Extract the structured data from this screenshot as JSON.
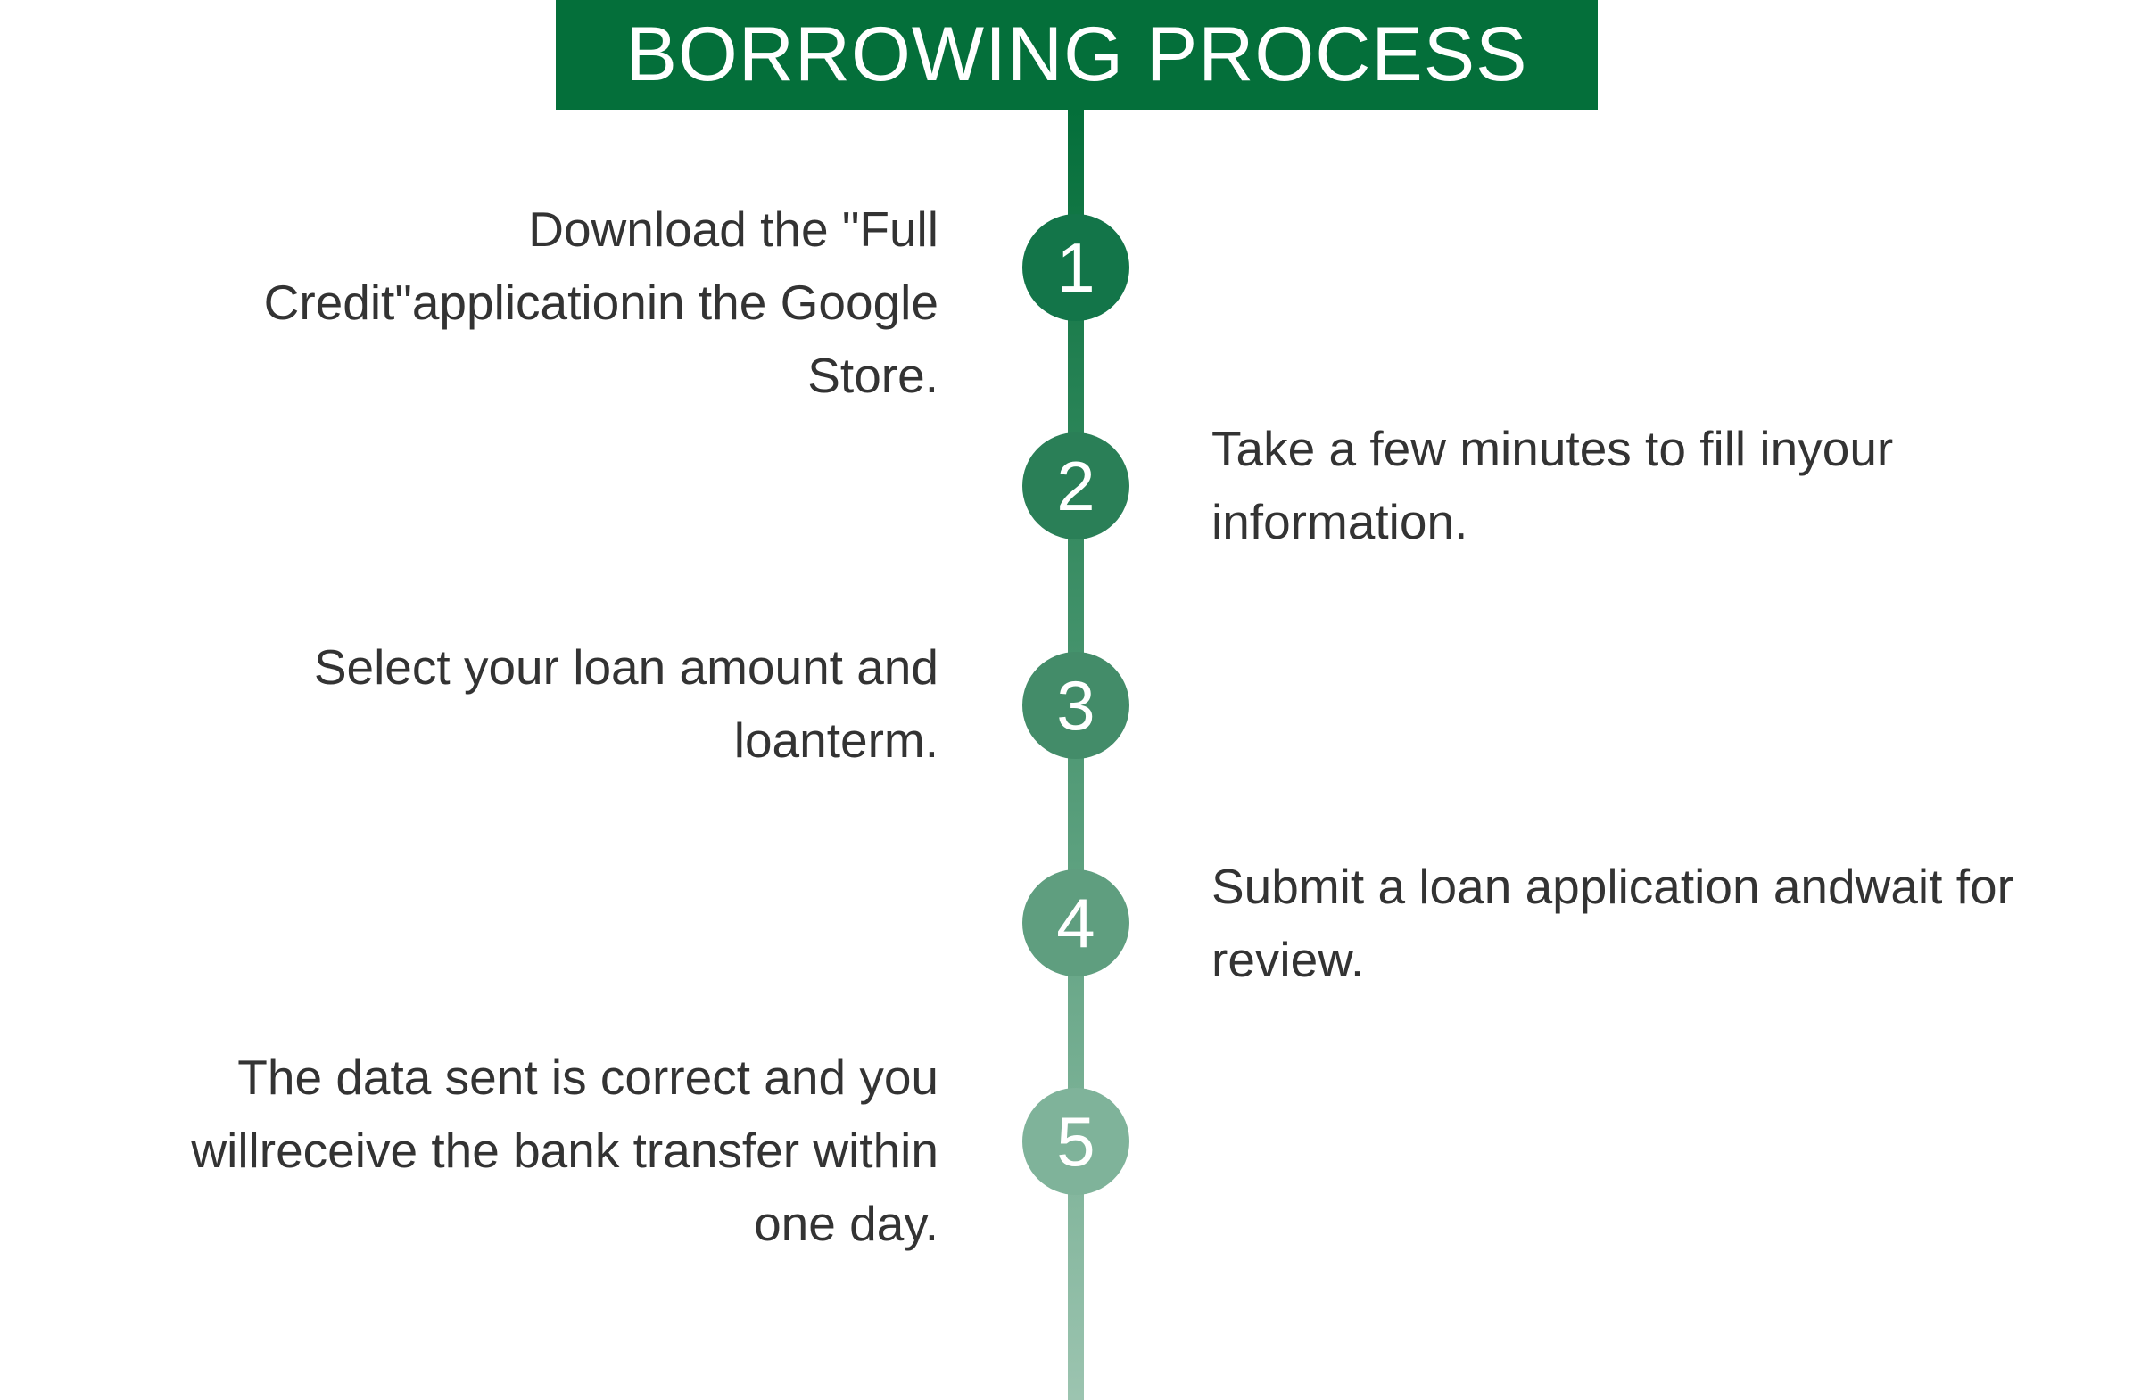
{
  "title": "BORROWING PROCESS",
  "colors": {
    "header": "#046f3a",
    "step_colors": [
      "#137549",
      "#2a7f57",
      "#438c69",
      "#5f9e7f",
      "#7fb39a"
    ]
  },
  "steps": [
    {
      "number": "1",
      "lines": [
        "Download the \"Full",
        "Credit\"applicationin the Google",
        "Store."
      ]
    },
    {
      "number": "2",
      "lines": [
        "Take a few minutes to fill inyour",
        "information."
      ]
    },
    {
      "number": "3",
      "lines": [
        "Select your loan amount and",
        "loanterm."
      ]
    },
    {
      "number": "4",
      "lines": [
        "Submit a loan application andwait for",
        "review."
      ]
    },
    {
      "number": "5",
      "lines": [
        "The data sent is correct and you",
        "willreceive the bank transfer within",
        "one day."
      ]
    }
  ]
}
